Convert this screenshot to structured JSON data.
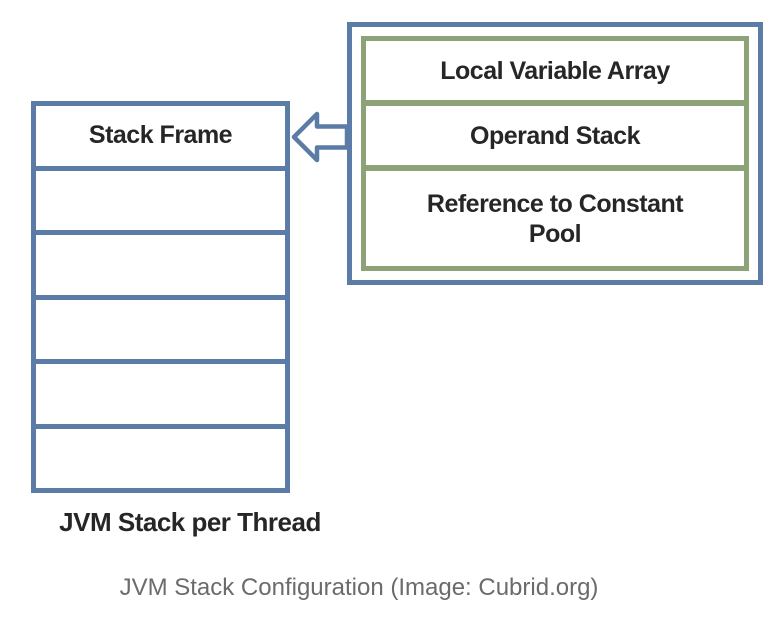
{
  "diagram": {
    "jvm_stack": {
      "top_cell_label": "Stack Frame",
      "empty_cell_count": 5,
      "caption": "JVM Stack per Thread"
    },
    "frame_detail_box": {
      "cells": [
        {
          "label": "Local Variable Array"
        },
        {
          "label": "Operand Stack"
        },
        {
          "label": "Reference to Constant Pool"
        }
      ]
    },
    "colors": {
      "stack_border_blue": "#5b7ca6",
      "detail_border_green": "#8da276",
      "label_text": "#262626",
      "caption_text": "#6b6b6b"
    },
    "figure_caption": "JVM Stack Configuration (Image: Cubrid.org)"
  }
}
